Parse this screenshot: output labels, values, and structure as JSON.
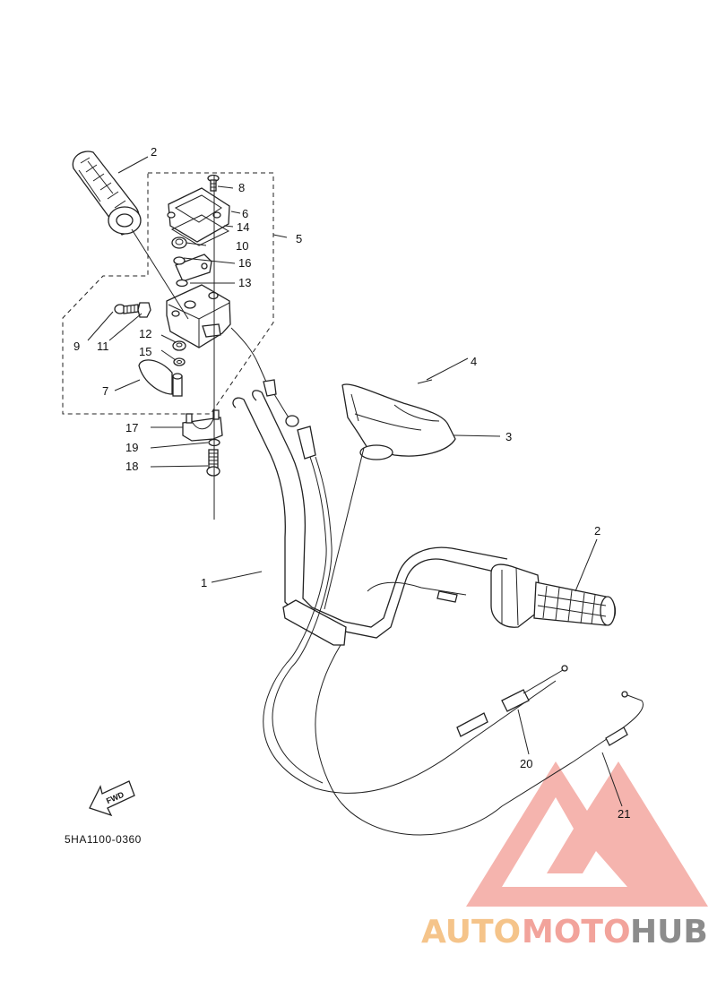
{
  "callouts": [
    {
      "id": "1",
      "text": "1"
    },
    {
      "id": "2a",
      "text": "2"
    },
    {
      "id": "2b",
      "text": "2"
    },
    {
      "id": "3",
      "text": "3"
    },
    {
      "id": "4",
      "text": "4"
    },
    {
      "id": "5",
      "text": "5"
    },
    {
      "id": "6",
      "text": "6"
    },
    {
      "id": "7",
      "text": "7"
    },
    {
      "id": "8",
      "text": "8"
    },
    {
      "id": "9",
      "text": "9"
    },
    {
      "id": "10",
      "text": "10"
    },
    {
      "id": "11",
      "text": "11"
    },
    {
      "id": "12",
      "text": "12"
    },
    {
      "id": "13",
      "text": "13"
    },
    {
      "id": "14",
      "text": "14"
    },
    {
      "id": "15",
      "text": "15"
    },
    {
      "id": "16",
      "text": "16"
    },
    {
      "id": "17",
      "text": "17"
    },
    {
      "id": "18",
      "text": "18"
    },
    {
      "id": "19",
      "text": "19"
    },
    {
      "id": "20",
      "text": "20"
    },
    {
      "id": "21",
      "text": "21"
    }
  ],
  "fwd_arrow_label": "FWD",
  "diagram_code": "5HA1100-0360",
  "watermark": {
    "part_auto": "AUTO",
    "part_moto": "MOTO",
    "part_hub": "HUB",
    "color_auto": "#f5c48a",
    "color_moto": "#f2a39b",
    "color_hub": "#8c8c8c",
    "logo_color": "#f08a80"
  }
}
